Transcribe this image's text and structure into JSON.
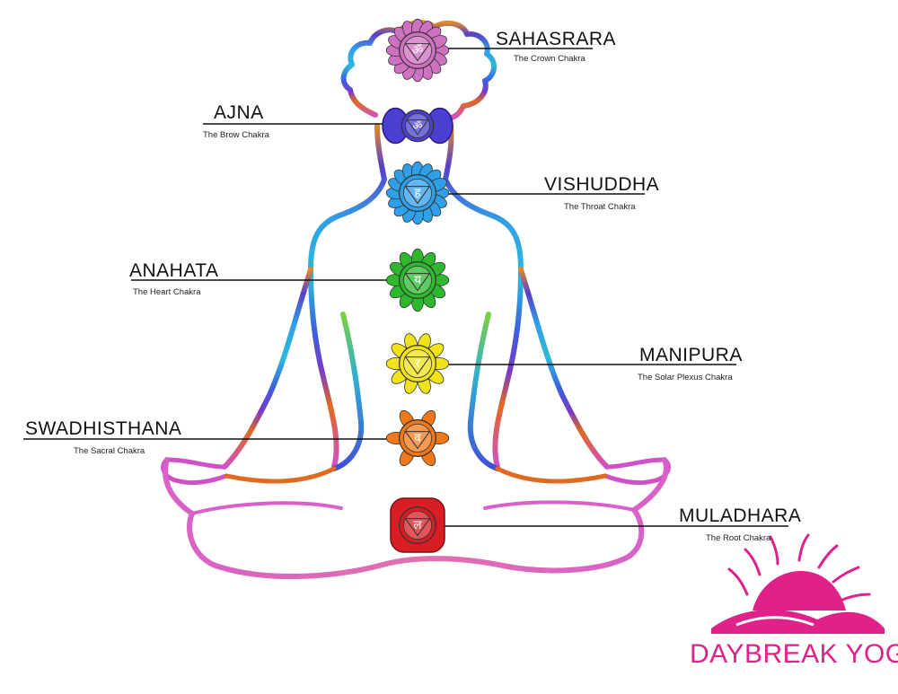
{
  "chakras": [
    {
      "name": "SAHASRARA",
      "subtitle": "The Crown Chakra",
      "color": "#d070c0",
      "glyph": "ॐ"
    },
    {
      "name": "AJNA",
      "subtitle": "The Brow Chakra",
      "color": "#4a3fd0",
      "glyph": "ॐ"
    },
    {
      "name": "VISHUDDHA",
      "subtitle": "The Throat Chakra",
      "color": "#2f9fe8",
      "glyph": "ह"
    },
    {
      "name": "ANAHATA",
      "subtitle": "The Heart Chakra",
      "color": "#2eb82e",
      "glyph": "य"
    },
    {
      "name": "MANIPURA",
      "subtitle": "The Solar Plexus Chakra",
      "color": "#f2e21a",
      "glyph": "र"
    },
    {
      "name": "SWADHISTHANA",
      "subtitle": "The Sacral Chakra",
      "color": "#f07818",
      "glyph": "व"
    },
    {
      "name": "MULADHARA",
      "subtitle": "The Root Chakra",
      "color": "#d81e24",
      "glyph": "ल"
    }
  ],
  "brand": {
    "text": "DAYBREAK YOGA",
    "color": "#e0218a"
  }
}
